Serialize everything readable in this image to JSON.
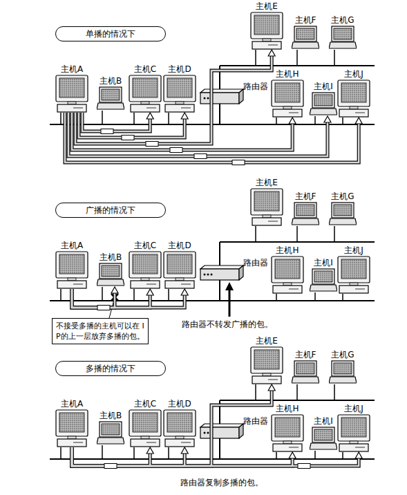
{
  "diagram": {
    "nodes": [
      {
        "text": [
          "单播的情况下"
        ]
      },
      {
        "text": [
          "主机E"
        ]
      },
      {
        "text": [
          "主机F"
        ]
      },
      {
        "text": [
          "主机G"
        ]
      },
      {
        "text": [
          "主机A"
        ]
      },
      {
        "text": [
          "主机B"
        ]
      },
      {
        "text": [
          "主机C"
        ]
      },
      {
        "text": [
          "主机D"
        ]
      },
      {
        "text": [
          "路由器"
        ]
      },
      {
        "text": [
          "主机H"
        ]
      },
      {
        "text": [
          "主机I"
        ]
      },
      {
        "text": [
          "主机J"
        ]
      },
      {
        "text": [
          "广播的情况下"
        ]
      },
      {
        "text": [
          "主机E"
        ]
      },
      {
        "text": [
          "主机F"
        ]
      },
      {
        "text": [
          "主机G"
        ]
      },
      {
        "text": [
          "主机A"
        ]
      },
      {
        "text": [
          "主机B"
        ]
      },
      {
        "text": [
          "主机C"
        ]
      },
      {
        "text": [
          "主机D"
        ]
      },
      {
        "text": [
          "路由器"
        ]
      },
      {
        "text": [
          "主机H"
        ]
      },
      {
        "text": [
          "主机I"
        ]
      },
      {
        "text": [
          "主机J"
        ]
      },
      {
        "text": [
          "不接受多播的主机可以在 IP的上一层放弃多播的包。"
        ]
      },
      {
        "text": [
          "多播的情况下"
        ]
      },
      {
        "text": [
          "主机E"
        ]
      },
      {
        "text": [
          "主机F"
        ]
      },
      {
        "text": [
          "主机G"
        ]
      },
      {
        "text": [
          "主机A"
        ]
      },
      {
        "text": [
          "主机B"
        ]
      },
      {
        "text": [
          "主机C"
        ]
      },
      {
        "text": [
          "主机D"
        ]
      },
      {
        "text": [
          "路由器"
        ]
      },
      {
        "text": [
          "主机H"
        ]
      },
      {
        "text": [
          "主机I"
        ]
      },
      {
        "text": [
          "主机J"
        ]
      }
    ],
    "edges": [
      {
        "from": 4,
        "to": 6,
        "arrow": "to"
      },
      {
        "from": 4,
        "to": 7,
        "arrow": "to"
      },
      {
        "from": 4,
        "to": 1,
        "arrow": "to"
      },
      {
        "from": 4,
        "to": 9,
        "arrow": "to"
      },
      {
        "from": 4,
        "to": 10,
        "arrow": "to"
      },
      {
        "from": 4,
        "to": 11,
        "arrow": "to"
      },
      {
        "from": 16,
        "to": 17,
        "arrow": "to"
      },
      {
        "from": 16,
        "to": 18,
        "arrow": "to"
      },
      {
        "from": 16,
        "to": 19,
        "arrow": "to"
      },
      {
        "from": 29,
        "to": 31,
        "arrow": "to"
      },
      {
        "from": 29,
        "to": 32,
        "arrow": "to"
      },
      {
        "from": 29,
        "to": 26,
        "arrow": "to"
      },
      {
        "from": 29,
        "to": 34,
        "arrow": "to"
      },
      {
        "from": 29,
        "to": 36,
        "arrow": "to"
      }
    ],
    "labels": [
      "路由器不转发广播的包。",
      "路由器复制多播的包。"
    ]
  }
}
